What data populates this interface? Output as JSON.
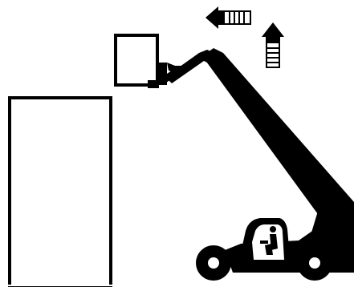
{
  "diagram": {
    "colors": {
      "ink": "#000000",
      "paper": "#ffffff"
    },
    "elements": {
      "building": "building-block",
      "platform": "work-platform",
      "boom": "telescopic-boom",
      "machine": "telehandler",
      "arrow_left": "move-left-arrow",
      "arrow_up": "move-up-arrow",
      "operator": "operator-figure"
    }
  }
}
